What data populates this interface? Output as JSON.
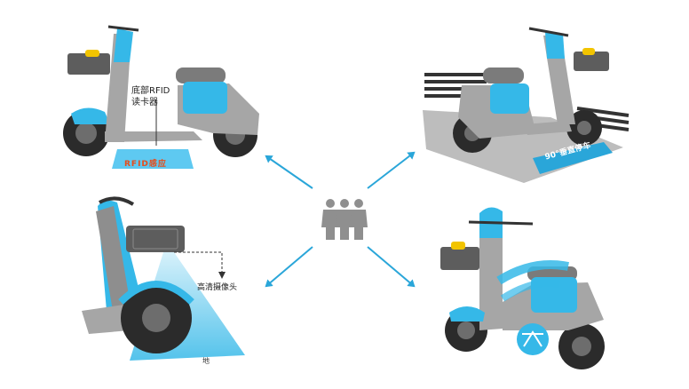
{
  "labels": {
    "rfid_reader": "底部RFID读卡器",
    "camera": "高清摄像头",
    "ground": "地",
    "pad": "RFID感应",
    "degree": "90°垂直停车"
  },
  "colors": {
    "scooter_blue": "#35b8e8",
    "scooter_gray": "#a6a6a6",
    "arrow_blue": "#2aa6d9",
    "people_gray": "#8f8f8f",
    "pad_orange": "#e74c1a"
  },
  "icons": {
    "center": "people-group-icon"
  }
}
